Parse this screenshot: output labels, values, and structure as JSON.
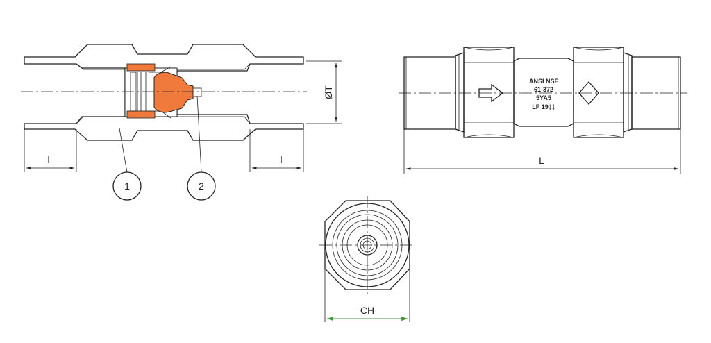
{
  "labels": {
    "dim_l_left": "l",
    "dim_l_right": "l",
    "dim_diameter": "ØT",
    "dim_length": "L",
    "dim_hex": "CH",
    "callout_1": "1",
    "callout_2": "2"
  },
  "markings": {
    "line1": "ANSI  NSF",
    "line2": "61-372",
    "line3": "5YA5",
    "line4": "LF    19‡‡"
  },
  "colors": {
    "body_section": "#7fc99a",
    "poppet": "#f07a3c",
    "cage": "#f07a3c",
    "dimension_arrow_hex": "#3a9a3a"
  }
}
